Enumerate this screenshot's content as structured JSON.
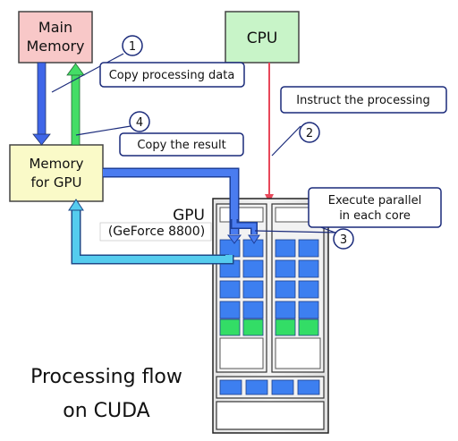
{
  "diagram": {
    "main_memory_label": [
      "Main",
      "Memory"
    ],
    "cpu_label": "CPU",
    "gpu_memory_label": [
      "Memory",
      "for GPU"
    ],
    "gpu_label": "GPU",
    "gpu_model_label": "(GeForce 8800)",
    "caption": [
      "Processing flow",
      "on CUDA"
    ],
    "steps": [
      {
        "number": "1",
        "text": "Copy processing data"
      },
      {
        "number": "2",
        "text": "Instruct the processing"
      },
      {
        "number": "3",
        "text": [
          "Execute parallel",
          "in each core"
        ]
      },
      {
        "number": "4",
        "text": "Copy the result"
      }
    ],
    "colors": {
      "main_memory_fill": "#f8c8c8",
      "cpu_fill": "#c8f4c8",
      "gpu_memory_fill": "#fafac8",
      "core_blue": "#3d7ff0",
      "core_green": "#33dd66",
      "arrow_blue": "#3f66e8",
      "arrow_green": "#44dd66",
      "arrow_light_blue": "#55ccee",
      "instruct_arrow": "#e8485a",
      "callout_border": "#1a2a7a"
    }
  }
}
